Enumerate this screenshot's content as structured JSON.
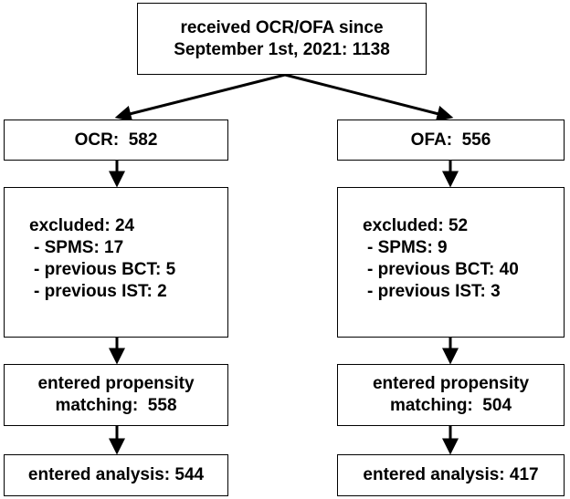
{
  "top": {
    "line1": "received OCR/OFA since",
    "line2": "September 1st, 2021: 1138"
  },
  "left": {
    "header": "OCR:  582",
    "excluded": "excluded: 24",
    "items": [
      "- SPMS: 17",
      "- previous BCT: 5",
      "- previous IST: 2"
    ],
    "matching_line1": "entered propensity",
    "matching_line2": "matching:  558",
    "analysis": "entered analysis: 544"
  },
  "right": {
    "header": "OFA:  556",
    "excluded": "excluded: 52",
    "items": [
      "- SPMS: 9",
      "- previous BCT: 40",
      "- previous IST: 3"
    ],
    "matching_line1": "entered propensity",
    "matching_line2": "matching:  504",
    "analysis": "entered analysis: 417"
  }
}
